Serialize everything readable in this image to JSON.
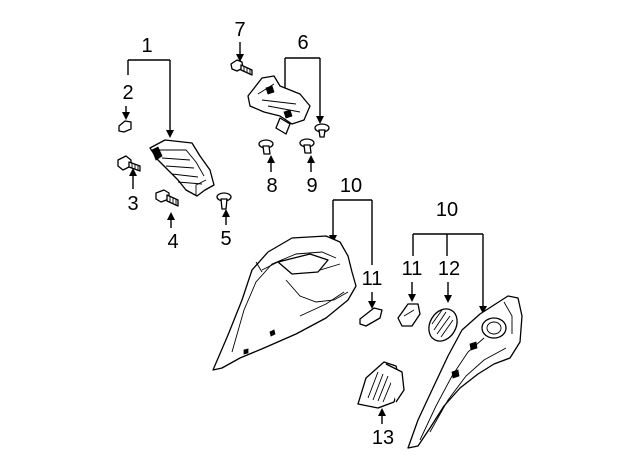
{
  "callouts": {
    "c1": "1",
    "c2": "2",
    "c3": "3",
    "c4": "4",
    "c5": "5",
    "c6": "6",
    "c7": "7",
    "c8": "8",
    "c9": "9",
    "c10a": "10",
    "c10b": "10",
    "c11a": "11",
    "c11b": "11",
    "c12": "12",
    "c13": "13"
  }
}
